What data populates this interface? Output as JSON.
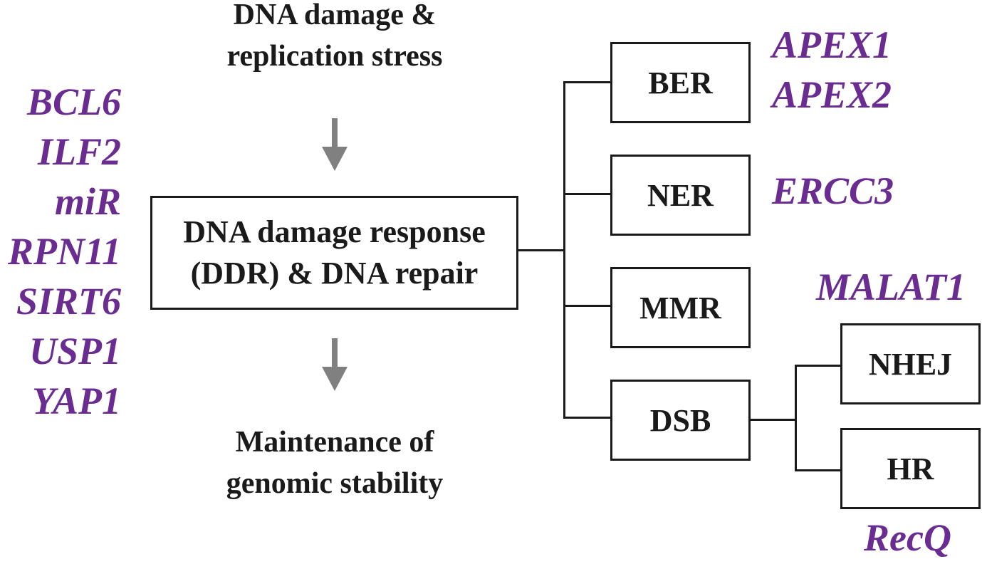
{
  "top": {
    "line1": "DNA damage &",
    "line2": "replication stress"
  },
  "center_box": {
    "line1": "DNA damage response",
    "line2": "(DDR) & DNA repair"
  },
  "bottom": {
    "line1": "Maintenance of",
    "line2": "genomic stability"
  },
  "left_genes": [
    "BCL6",
    "ILF2",
    "miR",
    "RPN11",
    "SIRT6",
    "USP1",
    "YAP1"
  ],
  "pathways": {
    "ber": "BER",
    "ner": "NER",
    "mmr": "MMR",
    "dsb": "DSB",
    "nhej": "NHEJ",
    "hr": "HR"
  },
  "pathway_genes": {
    "ber": [
      "APEX1",
      "APEX2"
    ],
    "ner": "ERCC3",
    "dsb": "MALAT1",
    "hr": "RecQ"
  },
  "colors": {
    "gene": "#6a2c91",
    "text": "#1a1a1a",
    "arrow": "#808080"
  }
}
